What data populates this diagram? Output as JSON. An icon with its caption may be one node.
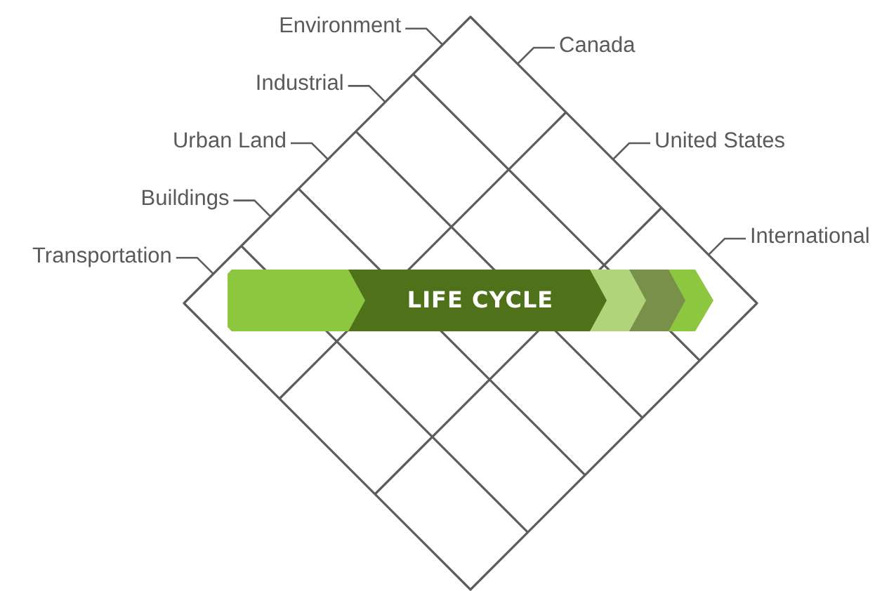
{
  "diagram": {
    "nodes": [
      {
        "text": [
          "Environment"
        ]
      },
      {
        "text": [
          "Industrial"
        ]
      },
      {
        "text": [
          "Urban Land"
        ]
      },
      {
        "text": [
          "Buildings"
        ]
      },
      {
        "text": [
          "Transportation"
        ]
      },
      {
        "text": [
          "Canada"
        ]
      },
      {
        "text": [
          "United States"
        ]
      },
      {
        "text": [
          "International"
        ]
      },
      {
        "text": [],
        "shape": "diamond"
      },
      {
        "text": [
          "LIFE CYCLE"
        ],
        "in": 8
      }
    ],
    "edges": [
      {
        "from": 0,
        "to": 8,
        "arrow": "none"
      },
      {
        "from": 1,
        "to": 8,
        "arrow": "none"
      },
      {
        "from": 2,
        "to": 8,
        "arrow": "none"
      },
      {
        "from": 3,
        "to": 8,
        "arrow": "none"
      },
      {
        "from": 4,
        "to": 8,
        "arrow": "none"
      },
      {
        "from": 5,
        "to": 8,
        "arrow": "none"
      },
      {
        "from": 6,
        "to": 8,
        "arrow": "none"
      },
      {
        "from": 7,
        "to": 8,
        "arrow": "none"
      }
    ]
  }
}
